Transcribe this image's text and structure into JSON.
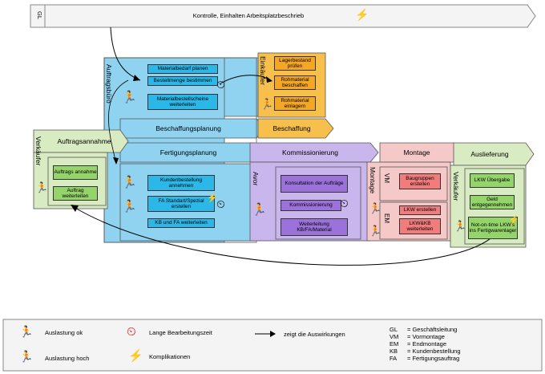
{
  "top_bar": {
    "label": "GL",
    "text": "Kontrolle, Einhalten Arbeitsplatzbeschrieb"
  },
  "auftragsbuero": {
    "vertical_label": "Auftragsbüro",
    "tasks": [
      "Materialbedarf planen",
      "Bestellmenge bestimmen",
      "Materialbestellscheine weiterleiten"
    ],
    "header1": "Beschaffungsplanung",
    "header2": "Fertigungsplanung",
    "fert_tasks": [
      "Kundenbestellung annehmen",
      "FA Standart/Spezial erstellen",
      "KB und FA weiterleiten"
    ]
  },
  "einkaeufer": {
    "vertical_label": "Einkäufer",
    "tasks": [
      "Lagerbestand prüfen",
      "Rohmaterial beschaffen",
      "Rohmaterial einlagern"
    ],
    "header": "Beschaffung"
  },
  "auftragsannahme": {
    "header": "Auftragsannahme",
    "vertical_label": "Verkäufer",
    "tasks": [
      "Auftrags annahme",
      "Auftrag weiterleiten"
    ]
  },
  "kommissionierung": {
    "header": "Kommissionierung",
    "vertical_label": "Avor",
    "tasks": [
      "Konsultation der Aufträge",
      "Kommissionierung",
      "Weiterleitung KB/FA/Material"
    ]
  },
  "montage": {
    "header": "Montage",
    "vertical_label": "Montage",
    "vm_label": "VM",
    "em_label": "EM",
    "tasks": [
      "Baugruppen erstellen",
      "LKW erstellen",
      "LKW&KB weiterleiten"
    ]
  },
  "auslieferung": {
    "header": "Auslieferung",
    "vertical_label": "Verkäufer",
    "tasks": [
      "LKW Übergabe",
      "Geld entgegennehmen",
      "Not-on-time LKW's ins Fertigwarenlager"
    ]
  },
  "legend": {
    "ok": "Auslastung ok",
    "hoch": "Auslastung hoch",
    "lange": "Lange Bearbeitungszeit",
    "kompl": "Komplikationen",
    "arrow": "zeigt die Auswirkungen",
    "abbr": [
      {
        "k": "GL",
        "v": "= Geschäftsleitung"
      },
      {
        "k": "VM",
        "v": "= Vormontage"
      },
      {
        "k": "EM",
        "v": "= Endmontage"
      },
      {
        "k": "KB",
        "v": "= Kundenbestellung"
      },
      {
        "k": "FA",
        "v": "= Fertigungsauftrag"
      }
    ]
  },
  "colors": {
    "blue": "#8fd3f0",
    "blue_task": "#2bb8e8",
    "orange": "#f7c04c",
    "orange_task": "#f5a623",
    "green": "#d8ebc2",
    "green_task": "#94d46a",
    "purple": "#c9b6ec",
    "purple_task": "#9b72d9",
    "pink": "#f6c9c9",
    "pink_task": "#f27c7c"
  }
}
